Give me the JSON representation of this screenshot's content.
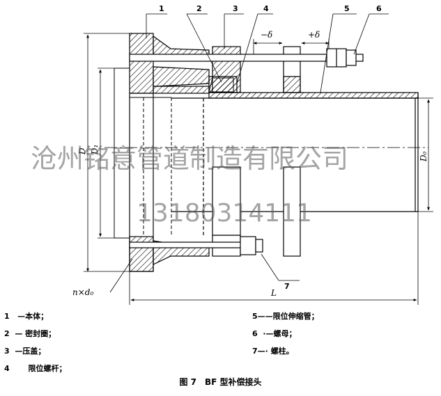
{
  "callouts": [
    "1",
    "2",
    "3",
    "4",
    "5",
    "6",
    "7"
  ],
  "dims": {
    "minus_delta": "−δ",
    "plus_delta": "+δ",
    "D": "D",
    "D1": "D₁",
    "D0": "D₀",
    "L": "L",
    "holes": "n×d₀"
  },
  "legend": [
    {
      "num": "1",
      "sep": "—",
      "text": "本体；"
    },
    {
      "num": "2",
      "sep": "—",
      "text": "密封圈；"
    },
    {
      "num": "3",
      "sep": "—",
      "text": "压盖；"
    },
    {
      "num": "4",
      "sep": "",
      "text": "限位螺杆；"
    },
    {
      "num": "5",
      "sep": "——",
      "text": "限位伸缩管；"
    },
    {
      "num": "6",
      "sep": "·—",
      "text": "螺母；"
    },
    {
      "num": "7",
      "sep": "—·",
      "text": "螺柱。"
    }
  ],
  "caption": "图 7　BF 型补偿接头",
  "watermark": {
    "company": "沧州铭意管道制造有限公司",
    "phone": "13180314111"
  },
  "colors": {
    "line": "#000000",
    "hatch": "#000000",
    "watermark": "#5a5a5a"
  }
}
